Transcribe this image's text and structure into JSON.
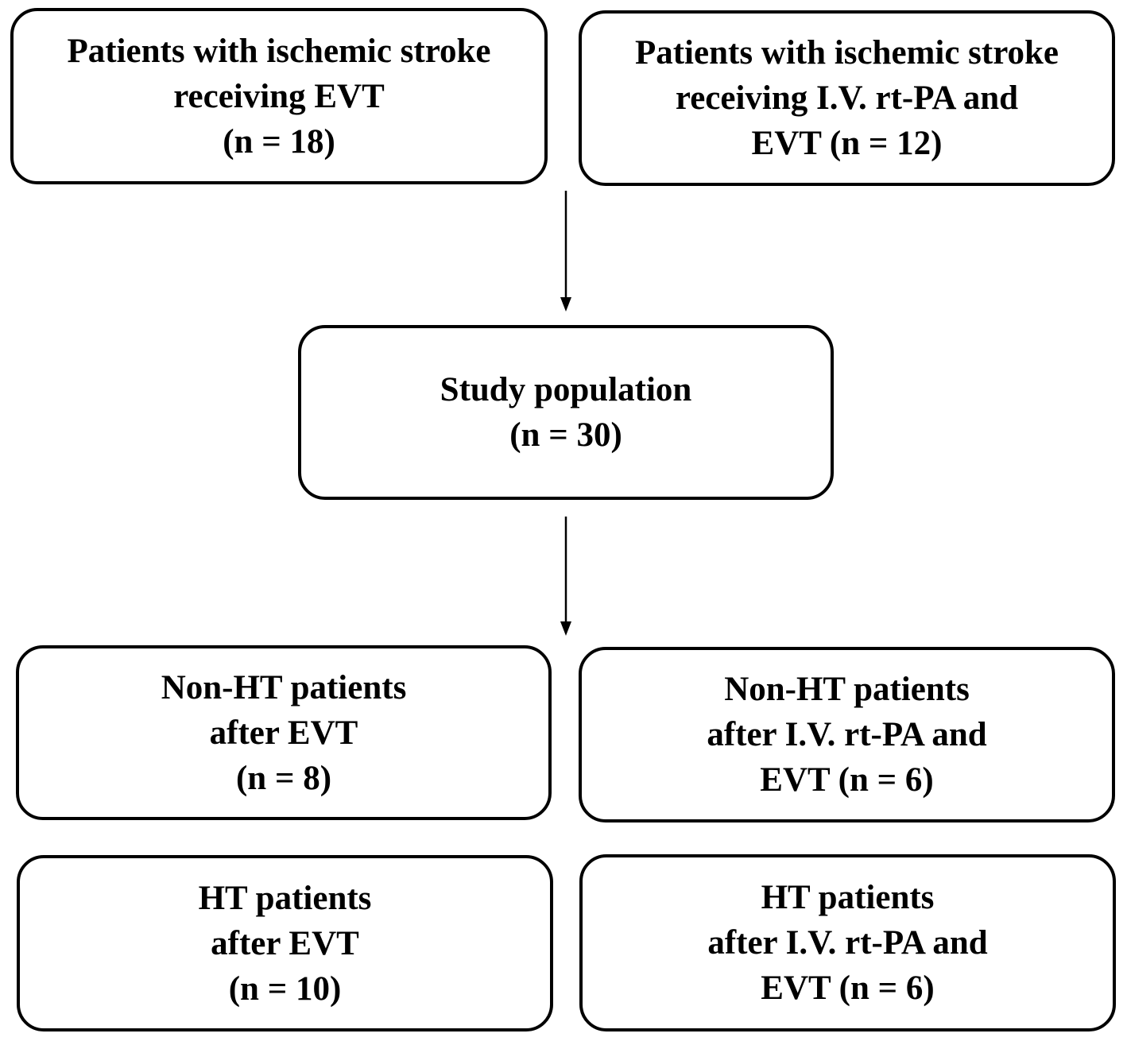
{
  "boxes": {
    "evt": {
      "lines": [
        "Patients with ischemic stroke",
        "receiving EVT",
        "(n = 18)"
      ]
    },
    "ivpa_evt": {
      "lines": [
        "Patients with ischemic stroke",
        "receiving I.V. rt-PA and",
        "EVT (n = 12)"
      ]
    },
    "study": {
      "lines": [
        "Study population",
        "(n = 30)"
      ]
    },
    "nonht_evt": {
      "lines": [
        "Non-HT patients",
        "after EVT",
        "(n = 8)"
      ]
    },
    "nonht_ivpa": {
      "lines": [
        "Non-HT patients",
        "after I.V. rt-PA and",
        "EVT (n = 6)"
      ]
    },
    "ht_evt": {
      "lines": [
        "HT patients",
        "after EVT",
        "(n = 10)"
      ]
    },
    "ht_ivpa": {
      "lines": [
        "HT patients",
        "after I.V. rt-PA and",
        "EVT (n = 6)"
      ]
    }
  }
}
